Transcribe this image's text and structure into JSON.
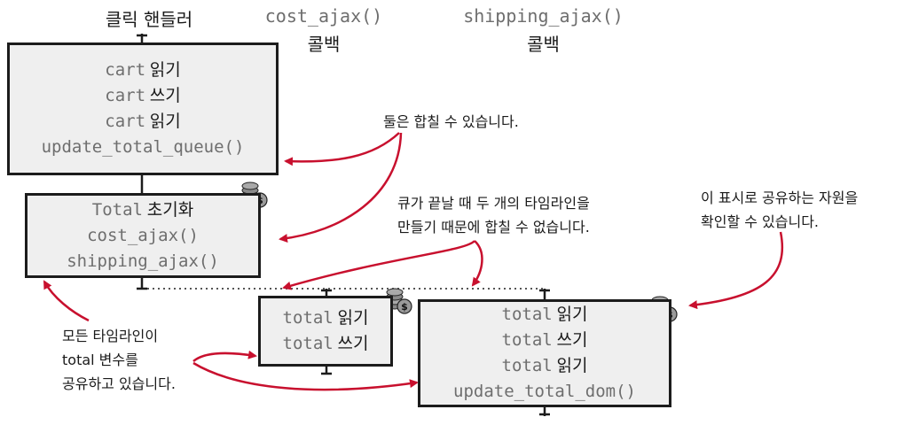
{
  "headers": {
    "click_handler": "클릭 핸들러",
    "cost_fn": "cost_ajax()",
    "cost_label": "콜백",
    "shipping_fn": "shipping_ajax()",
    "shipping_label": "콜백"
  },
  "box_cart": {
    "lines": [
      {
        "code": "cart",
        "ko": "읽기"
      },
      {
        "code": "cart",
        "ko": "쓰기"
      },
      {
        "code": "cart",
        "ko": "읽기"
      },
      {
        "code": "update_total_queue()",
        "ko": ""
      }
    ]
  },
  "box_init": {
    "lines": [
      {
        "code": "Total",
        "ko": "초기화"
      },
      {
        "code": "cost_ajax()",
        "ko": ""
      },
      {
        "code": "shipping_ajax()",
        "ko": ""
      }
    ]
  },
  "box_cost": {
    "lines": [
      {
        "code": "total",
        "ko": "읽기"
      },
      {
        "code": "total",
        "ko": "쓰기"
      }
    ]
  },
  "box_ship": {
    "lines": [
      {
        "code": "total",
        "ko": "읽기"
      },
      {
        "code": "total",
        "ko": "쓰기"
      },
      {
        "code": "total",
        "ko": "읽기"
      },
      {
        "code": "update_total_dom()",
        "ko": ""
      }
    ]
  },
  "notes": {
    "combine": "둘은 합칠 수 있습니다.",
    "cannot_combine_1": "큐가 끝날 때 두 개의 타임라인을",
    "cannot_combine_2": "만들기 때문에 합칠 수 없습니다.",
    "marker_1": "이 표시로 공유하는 자원을",
    "marker_2": "확인할 수 있습니다.",
    "shared_1": "모든 타임라인이",
    "shared_2": "total 변수를",
    "shared_3": "공유하고 있습니다."
  },
  "colors": {
    "arrow": "#c8102e",
    "box_fill": "#efefef",
    "code_text": "#6e6e6e",
    "coin": "#8a8a8a"
  },
  "icons": [
    "coin-stack-icon"
  ]
}
